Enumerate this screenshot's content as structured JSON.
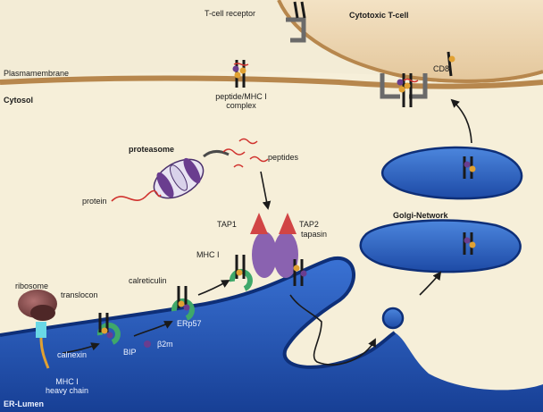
{
  "colors": {
    "background": "#f6efd9",
    "tcell": "#edd7b4",
    "membrane": "#b7874d",
    "er": "#1f54b8",
    "golgi": "#2a63c4",
    "mhc": "#1a1a1a",
    "peptide": "#d0312d",
    "proteasome": "#6a3d8f",
    "tap": "#c94545",
    "chaperone": "#3fa86a"
  },
  "labels": {
    "tcell_receptor": "T-cell receptor",
    "cytotoxic_tcell": "Cytotoxic T-cell",
    "plasmamembrane": "Plasmamembrane",
    "cd8": "CD8",
    "cytosol": "Cytosol",
    "peptide_mhc_complex_1": "peptide/MHC I",
    "peptide_mhc_complex_2": "complex",
    "proteasome": "proteasome",
    "peptides": "peptides",
    "protein": "protein",
    "golgi_network": "Golgi-Network",
    "tap1": "TAP1",
    "tap2": "TAP2",
    "tapasin": "tapasin",
    "mhc_i": "MHC I",
    "calreticulin": "calreticulin",
    "ribosome": "ribosome",
    "translocon": "translocon",
    "calnexin": "calnexin",
    "bip": "BIP",
    "b2m": "β2m",
    "erp57": "ERp57",
    "mhc_i_heavy_chain_1": "MHC I",
    "mhc_i_heavy_chain_2": "heavy chain",
    "er_lumen": "ER-Lumen"
  }
}
